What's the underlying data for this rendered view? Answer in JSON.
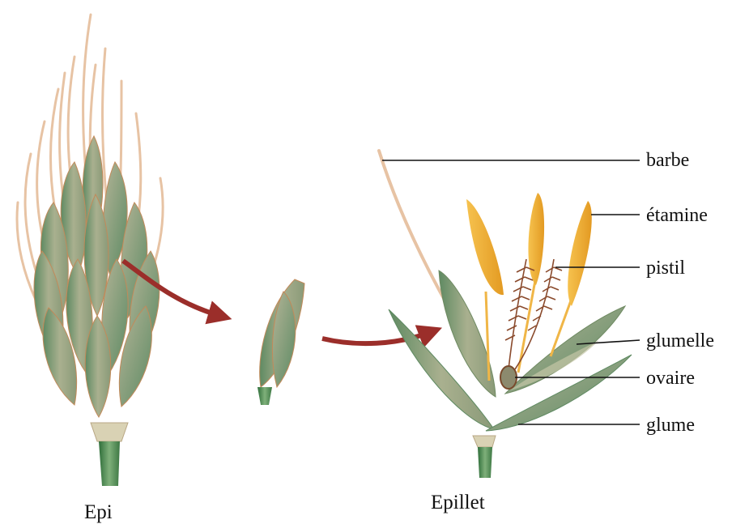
{
  "captions": {
    "epi": "Epi",
    "epillet": "Epillet"
  },
  "labels": {
    "barbe": "barbe",
    "etamine": "étamine",
    "pistil": "pistil",
    "glumelle": "glumelle",
    "ovaire": "ovaire",
    "glume": "glume"
  },
  "colors": {
    "awn": "#e7c3a4",
    "glume_dark": "#5f8a62",
    "glume_light": "#a9b08f",
    "glume_mid": "#8f9b7c",
    "stem": "#4e8a52",
    "anther": "#f4b23a",
    "anther_dark": "#d88a1e",
    "pistil": "#8a4a2c",
    "arrow": "#9b2e2a"
  }
}
